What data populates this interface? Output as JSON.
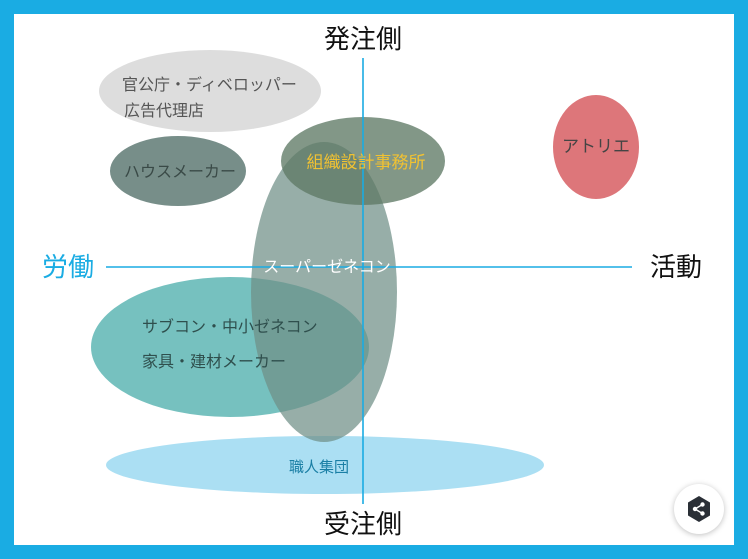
{
  "axes": {
    "top": "発注側",
    "bottom": "受注側",
    "left": "労働",
    "right": "活動"
  },
  "groups": {
    "gov": [
      "官公庁・ディベロッパー",
      "広告代理店"
    ],
    "housemaker": "ハウスメーカー",
    "design_office": "組織設計事務所",
    "atelier": "アトリエ",
    "supergenecon": "スーパーゼネコン",
    "subcon": [
      "サブコン・中小ゼネコン",
      "家具・建材メーカー"
    ],
    "craftsmen": "職人集団"
  },
  "colors": {
    "frame": "#1aace3",
    "axis": "#1aace3",
    "gov": "#d9d9d9",
    "housemaker": "#5f7a74",
    "design_office": "#5f7a65",
    "atelier": "#d9676c",
    "supergenecon": "#6f8f86",
    "subcon": "#4fb0ad",
    "craftsmen": "#8fd4ef",
    "design_office_text": "#f1c232"
  },
  "icons": {
    "share": "share-icon"
  }
}
